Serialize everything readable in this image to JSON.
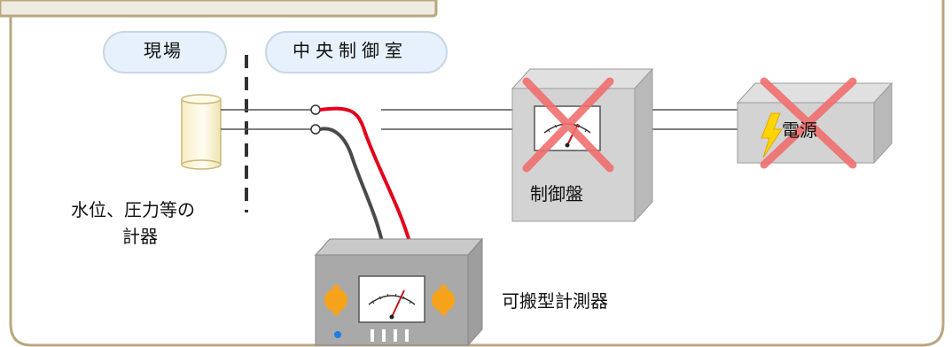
{
  "labels": {
    "site": "現場",
    "control_room": "中央制御室",
    "instrument_line1": "水位、圧力等の",
    "instrument_line2": "計器",
    "control_panel": "制御盤",
    "power_supply": "電源",
    "portable_meter": "可搬型計測器"
  },
  "colors": {
    "frame_border": "#b9a780",
    "frame_fill": "#ffffff",
    "top_banner_fill": "#eeebe2",
    "pill_fill": "#e6f1fb",
    "pill_border": "#c8d7e6",
    "wire": "#555555",
    "cable_red": "#e4001b",
    "cable_dark": "#4a4a4a",
    "cross": "#f06f6f",
    "box_fill": "#d3d3d3",
    "meter_knob": "#f7a21b",
    "bolt": "#ffd400",
    "led": "#1e7fe0"
  },
  "status": {
    "control_panel_failed": true,
    "power_supply_failed": true
  }
}
